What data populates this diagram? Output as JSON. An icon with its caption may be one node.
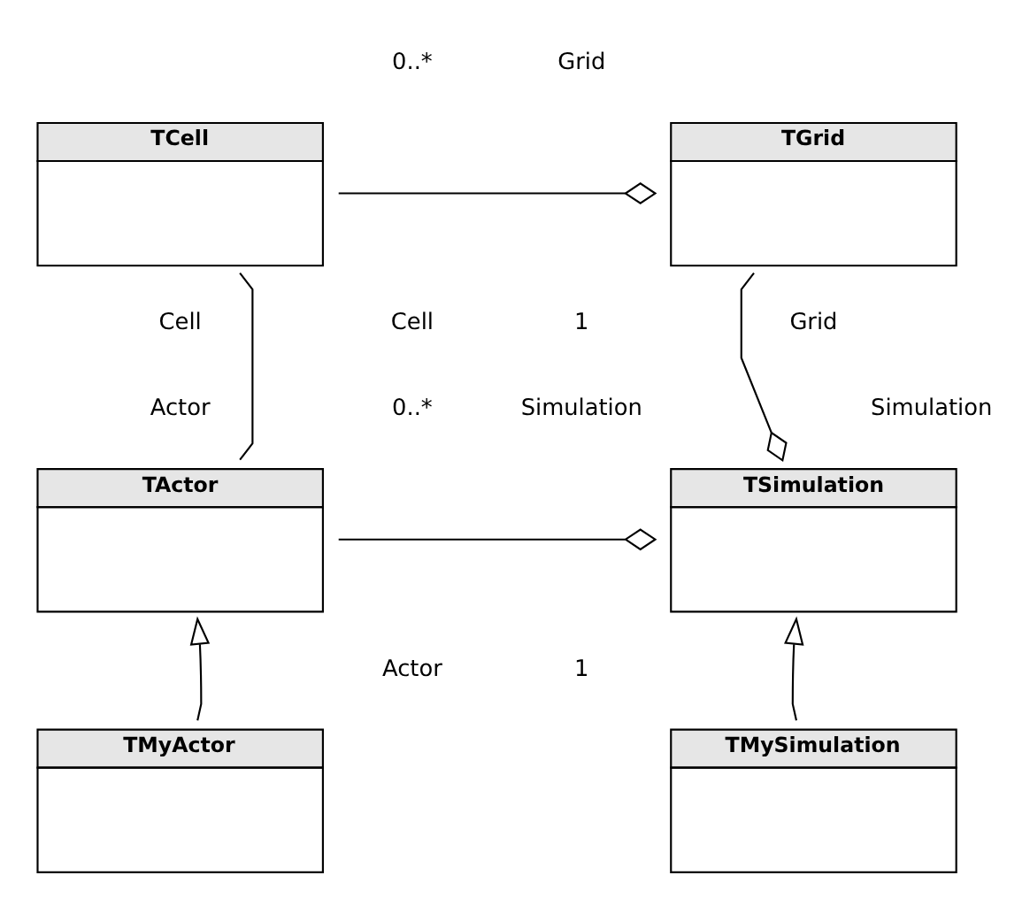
{
  "diagram": {
    "nodes": [
      {
        "text": [
          "TCell"
        ]
      },
      {
        "text": [
          "TGrid"
        ]
      },
      {
        "text": [
          "TActor"
        ]
      },
      {
        "text": [
          "TSimulation"
        ]
      },
      {
        "text": [
          "TMyActor"
        ]
      },
      {
        "text": [
          "TMySimulation"
        ]
      }
    ],
    "edges": [
      {
        "from": 0,
        "to": 1,
        "arrow": "other"
      },
      {
        "from": 0,
        "to": 2,
        "arrow": "none"
      },
      {
        "from": 1,
        "to": 3,
        "arrow": "other"
      },
      {
        "from": 2,
        "to": 3,
        "arrow": "other"
      },
      {
        "from": 4,
        "to": 2,
        "arrow": "to"
      },
      {
        "from": 5,
        "to": 3,
        "arrow": "to"
      }
    ],
    "labels": [
      "0..*",
      "Grid",
      "Cell",
      "Cell",
      "1",
      "Grid",
      "Actor",
      "0..*",
      "Simulation",
      "Simulation",
      "Actor",
      "1"
    ]
  }
}
